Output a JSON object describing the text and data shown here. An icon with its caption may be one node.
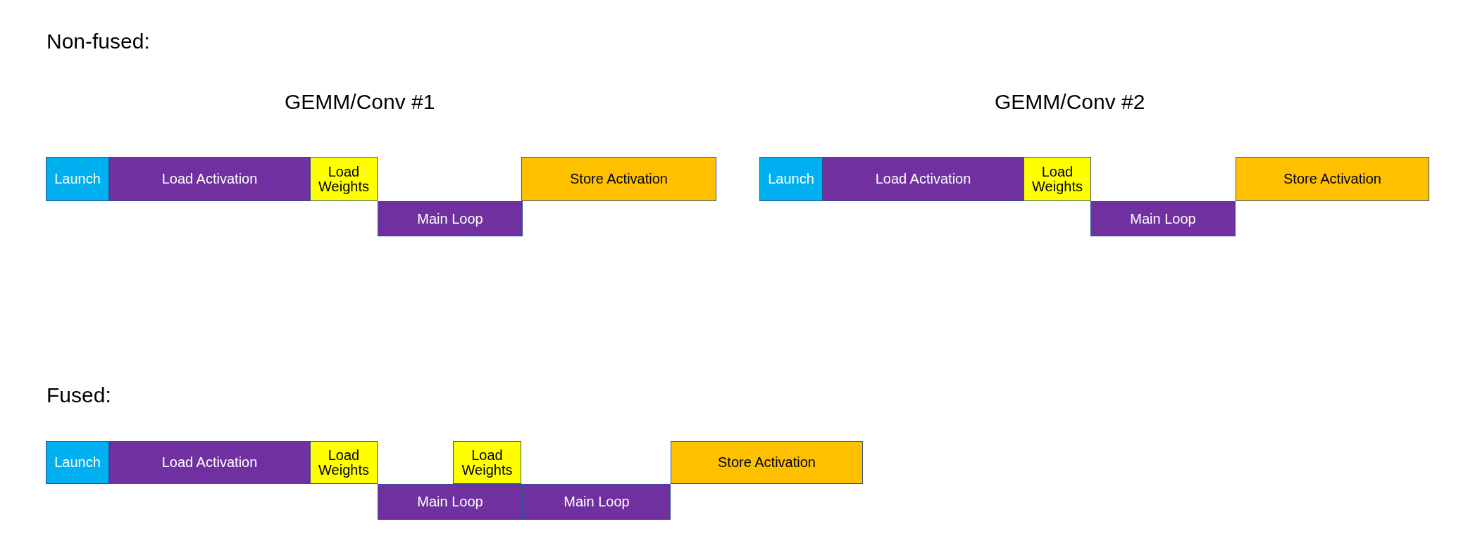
{
  "diagram": {
    "nodes": [
      {
        "text": [
          "Launch"
        ]
      },
      {
        "text": [
          "Load Activation"
        ]
      },
      {
        "text": [
          "Load Weights"
        ]
      },
      {
        "text": [
          "Main Loop"
        ]
      },
      {
        "text": [
          "Store Activation"
        ]
      },
      {
        "text": [
          "Launch"
        ]
      },
      {
        "text": [
          "Load Activation"
        ]
      },
      {
        "text": [
          "Load Weights"
        ]
      },
      {
        "text": [
          "Main Loop"
        ]
      },
      {
        "text": [
          "Store Activation"
        ]
      },
      {
        "text": [
          "Launch"
        ]
      },
      {
        "text": [
          "Load Activation"
        ]
      },
      {
        "text": [
          "Load Weights"
        ]
      },
      {
        "text": [
          "Load Weights"
        ]
      },
      {
        "text": [
          "Main Loop"
        ]
      },
      {
        "text": [
          "Main Loop"
        ]
      },
      {
        "text": [
          "Store Activation"
        ]
      }
    ],
    "labels": [
      "Non-fused:",
      "GEMM/Conv #1",
      "GEMM/Conv #2",
      "Fused:"
    ]
  }
}
